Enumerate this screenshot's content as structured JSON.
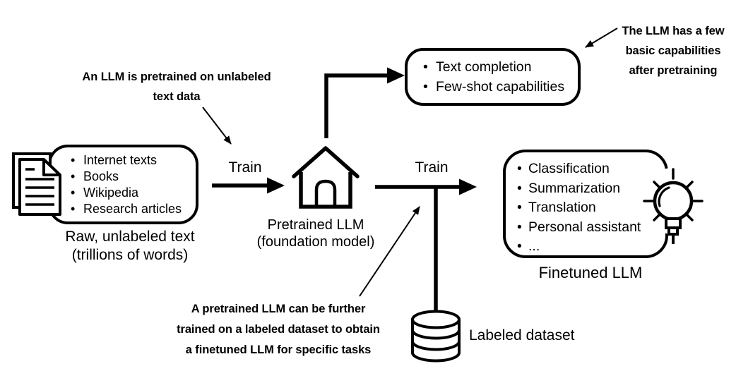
{
  "diagram": {
    "colors": {
      "ink": "#000000",
      "background": "#ffffff"
    },
    "annotations": {
      "pretraining_note": {
        "line1": "An LLM is pretrained on unlabeled",
        "line2": "text data"
      },
      "capabilities_note": {
        "line1": "The LLM has a few",
        "line2": "basic capabilities",
        "line3": "after pretraining"
      },
      "finetuning_note": {
        "line1": "A pretrained LLM can be further",
        "line2": "trained on a labeled dataset to obtain",
        "line3": "a finetuned LLM for specific tasks"
      }
    },
    "arrows": {
      "train_left_label": "Train",
      "train_right_label": "Train"
    },
    "raw_text_box": {
      "items": [
        "Internet texts",
        "Books",
        "Wikipedia",
        "Research articles"
      ],
      "caption_line1": "Raw, unlabeled text",
      "caption_line2": "(trillions of words)"
    },
    "pretrained_capabilities_box": {
      "items": [
        "Text completion",
        "Few-shot capabilities"
      ]
    },
    "pretrained_llm": {
      "caption_line1": "Pretrained LLM",
      "caption_line2": "(foundation model)"
    },
    "finetuned_box": {
      "items": [
        "Classification",
        "Summarization",
        "Translation",
        "Personal assistant",
        "..."
      ],
      "caption": "Finetuned LLM"
    },
    "labeled_dataset": {
      "label": "Labeled dataset"
    },
    "icons": {
      "documents": "documents-icon",
      "house": "house-icon",
      "lightbulb": "lightbulb-icon",
      "database": "database-icon"
    }
  }
}
